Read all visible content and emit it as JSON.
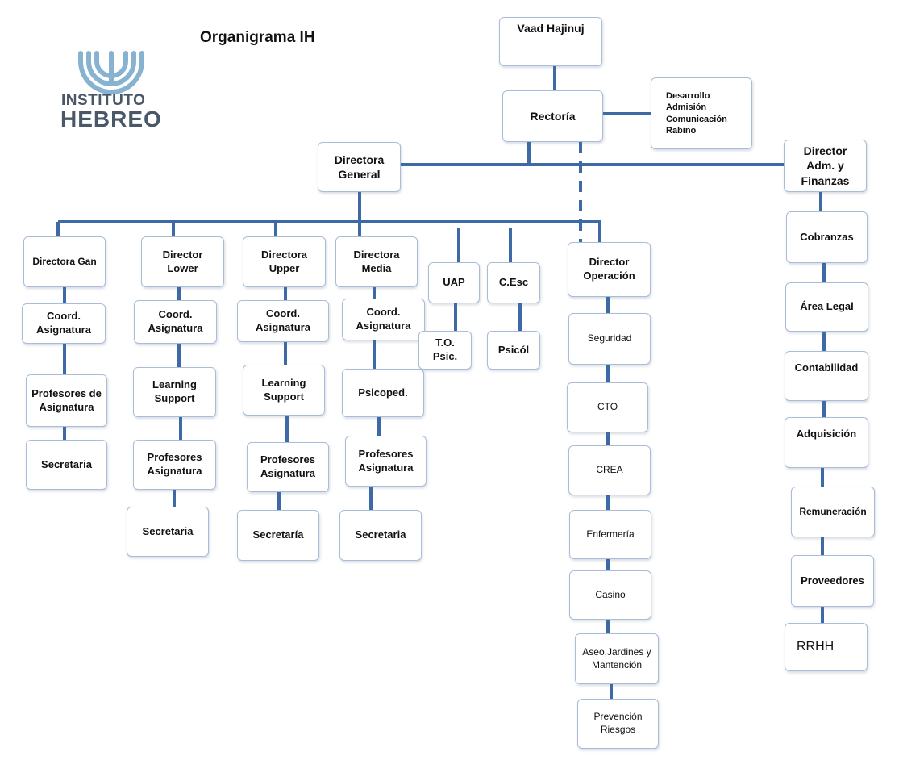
{
  "title": "Organigrama IH",
  "logo": {
    "line1": "INSTITUTO",
    "line2": "HEBREO",
    "color": "#4a5766",
    "accent": "#88b3d0"
  },
  "colors": {
    "connector": "#3d6aa6",
    "box_border": "#a9bcd8"
  },
  "top": {
    "vaad": "Vaad Hajinuj",
    "rectoria": "Rectoría",
    "staff": [
      "Desarrollo",
      "Admisión",
      "Comunicación",
      "Rabino"
    ],
    "directora_general": [
      "Directora",
      "General"
    ],
    "director_adm": [
      "Director",
      "Adm. y",
      "Finanzas"
    ]
  },
  "gan": [
    "Directora Gan",
    "Coord.\nAsignatura",
    "Profesores de\nAsignatura",
    "Secretaria"
  ],
  "lower": [
    "Director\nLower",
    "Coord.\nAsignatura",
    "Learning\nSupport",
    "Profesores\nAsignatura",
    "Secretaria"
  ],
  "upper": [
    "Directora\nUpper",
    "Coord.\nAsignatura",
    "Learning\nSupport",
    "Profesores\nAsignatura",
    "Secretaría"
  ],
  "media": [
    "Directora\nMedia",
    "Coord.\nAsignatura",
    "Psicoped.",
    "Profesores\nAsignatura",
    "Secretaria"
  ],
  "uap": [
    "UAP",
    "T.O.\nPsic."
  ],
  "cesc": [
    "C.Esc",
    "Psicól"
  ],
  "operacion": [
    "Director\nOperación",
    "Seguridad",
    "CTO",
    "CREA",
    "Enfermería",
    "Casino",
    "Aseo,Jardines y\nMantención",
    "Prevención\nRiesgos"
  ],
  "finanzas": [
    "Cobranzas",
    "Área Legal",
    "Contabilidad",
    "Adquisición",
    "Remuneración",
    "Proveedores",
    "RRHH"
  ]
}
